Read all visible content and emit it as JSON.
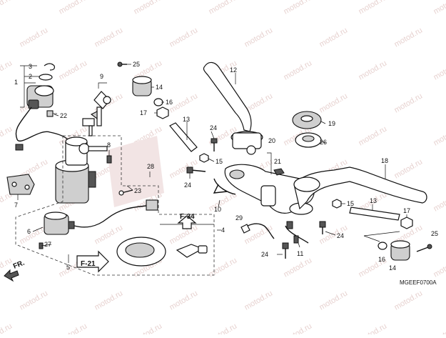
{
  "watermark": "motod.ru",
  "diagram_code": "MGEEF0700A",
  "direction_label": "FR.",
  "refs": {
    "f21": "F-21",
    "f34": "F-34"
  },
  "callouts": {
    "c1": "1",
    "c2": "2",
    "c3": "3",
    "c4": "4",
    "c5": "5",
    "c6": "6",
    "c7": "7",
    "c8": "8",
    "c9": "9",
    "c10": "10",
    "c11": "11",
    "c12": "12",
    "c13a": "13",
    "c13b": "13",
    "c14a": "14",
    "c14b": "14",
    "c15a": "15",
    "c15b": "15",
    "c16a": "16",
    "c16b": "16",
    "c17a": "17",
    "c17b": "17",
    "c18": "18",
    "c19": "19",
    "c20": "20",
    "c21": "21",
    "c22": "22",
    "c23": "23",
    "c24a": "24",
    "c24b": "24",
    "c24c": "24",
    "c24d": "24",
    "c25a": "25",
    "c25b": "25",
    "c26": "26",
    "c27": "27",
    "c28": "28",
    "c29": "29"
  }
}
